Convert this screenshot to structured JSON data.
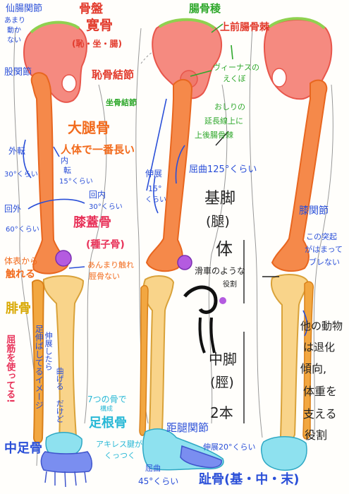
{
  "colors": {
    "pelvis": "#f58a80",
    "pelvis_edge": "#e8564b",
    "femur": "#f5894a",
    "femur_edge": "#e8661f",
    "kneecap": "#b45be0",
    "tibia": "#f9d48a",
    "fibula": "#f2a741",
    "foot_tarsal": "#8ee1ef",
    "foot_metatarsal": "#7a8ef0",
    "green_mark": "#8fd14f",
    "line": "#333333"
  },
  "labels": {
    "sacroiliac_joint": "仙腸関節",
    "sacroiliac_note": [
      "あまり",
      "動か",
      "ない"
    ],
    "hip_bone": "骨盤",
    "hip_bone_name": "寛骨",
    "hip_bone_parts": "(恥・坐・腸)",
    "iliac_crest": "腸骨稜",
    "anterior_superior_iliac_spine": "上前腸骨棘",
    "hip_joint": "股関節",
    "pubic_symphysis": "恥骨結節",
    "ischial_tuberosity": "坐骨結節",
    "venus_dimples": [
      "ヴィーナスの",
      "えくぼ"
    ],
    "posterior_superior_iliac_spine": [
      "おしりの",
      "延長線上に",
      "上後腸骨棘"
    ],
    "femur": "大腿骨",
    "femur_note": "人体で一番長い",
    "abduction": [
      "外転",
      "30°くらい"
    ],
    "adduction": [
      "内",
      "転",
      "15°くらい"
    ],
    "internal_rotation": [
      "回内",
      "30°くらい"
    ],
    "external_rotation": [
      "回外",
      "60°くらい"
    ],
    "extension": [
      "伸展",
      "15°",
      "くらい"
    ],
    "flexion": "屈曲125°くらい",
    "upper_leg": [
      "基脚",
      "(腿)"
    ],
    "body": "体",
    "patella": "膝蓋骨",
    "patella_alt": "(種子骨)",
    "patella_touch": [
      "体表から",
      "触れる"
    ],
    "patella_note": [
      "あんまり触れ",
      "脛骨ない"
    ],
    "pulley_note": [
      "滑車のような",
      "役割"
    ],
    "fibula": "腓骨",
    "fibula_note": [
      "足伸ばしてるイメージ",
      "伸展したら",
      "曲げる",
      "だけど"
    ],
    "tendon_note": "屈筋を使ってる!",
    "lower_leg": [
      "中脚",
      "(脛)"
    ],
    "two_bones": "2本",
    "knee_joint": "膝関節",
    "knee_note": [
      "この突起",
      "がはまって",
      "ブレない"
    ],
    "other_animals": [
      "他の動物",
      "は退化",
      "傾向,",
      "体重を",
      "支える",
      "役割"
    ],
    "tarsals_count": [
      "7つの骨で",
      "構成"
    ],
    "tarsals": "足根骨",
    "ankle_joint": "距腿関節",
    "ankle_ext": "伸展20°くらい",
    "achilles": [
      "アキレス腱が",
      "くっつく"
    ],
    "ankle_flex": [
      "屈曲",
      "45°くらい"
    ],
    "metatarsals": "中足骨",
    "phalanges": "趾骨(基・中・末)"
  }
}
